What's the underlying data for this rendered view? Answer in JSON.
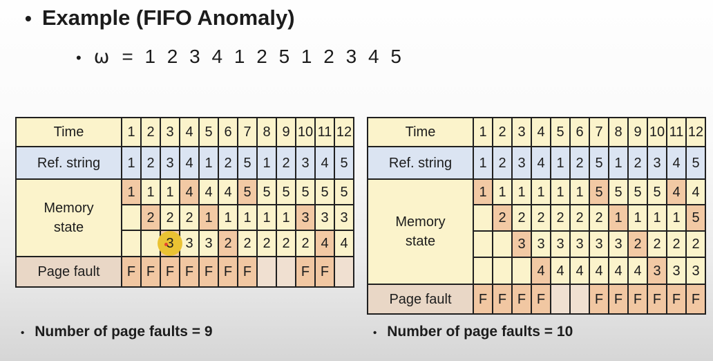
{
  "title": {
    "bullet": "•",
    "text": "Example (FIFO Anomaly)"
  },
  "subtitle": {
    "bullet": "•",
    "symbol": "ω",
    "sequence": "= 1 2 3 4 1 2 5 1 2 3 4 5"
  },
  "colors": {
    "header_yellow": "#fbf3cb",
    "ref_blue": "#dbe4f2",
    "highlight_salmon": "#f2c9a4",
    "fault_label_tan": "#e9d7c6",
    "fault_f_cell": "#f1c7a2",
    "fault_empty_cell": "#f0e0d1",
    "border": "#1f1f1f",
    "pointer_yellow": "#eac233",
    "pointer_dot_red": "#e5452f"
  },
  "tables": [
    {
      "name": "FIFO with 3 frames",
      "labels": {
        "time": "Time",
        "ref": "Ref. string",
        "memory": "Memory state",
        "fault": "Page fault"
      },
      "time": [
        "1",
        "2",
        "3",
        "4",
        "5",
        "6",
        "7",
        "8",
        "9",
        "10",
        "11",
        "12"
      ],
      "ref_string": [
        "1",
        "2",
        "3",
        "4",
        "1",
        "2",
        "5",
        "1",
        "2",
        "3",
        "4",
        "5"
      ],
      "memory_rows": [
        {
          "values": [
            "1",
            "1",
            "1",
            "4",
            "4",
            "4",
            "5",
            "5",
            "5",
            "5",
            "5",
            "5"
          ],
          "highlight_times": [
            1,
            4,
            7
          ]
        },
        {
          "values": [
            "",
            "2",
            "2",
            "2",
            "1",
            "1",
            "1",
            "1",
            "1",
            "3",
            "3",
            "3"
          ],
          "highlight_times": [
            2,
            5,
            10
          ]
        },
        {
          "values": [
            "",
            "",
            "3",
            "3",
            "3",
            "2",
            "2",
            "2",
            "2",
            "2",
            "4",
            "4"
          ],
          "highlight_times": [
            3,
            6,
            11
          ]
        }
      ],
      "page_faults": [
        "F",
        "F",
        "F",
        "F",
        "F",
        "F",
        "F",
        "",
        "",
        "F",
        "F",
        ""
      ],
      "caption": {
        "bullet": "•",
        "text": "Number of page faults = 9"
      }
    },
    {
      "name": "FIFO with 4 frames",
      "labels": {
        "time": "Time",
        "ref": "Ref. string",
        "memory": "Memory state",
        "fault": "Page fault"
      },
      "time": [
        "1",
        "2",
        "3",
        "4",
        "5",
        "6",
        "7",
        "8",
        "9",
        "10",
        "11",
        "12"
      ],
      "ref_string": [
        "1",
        "2",
        "3",
        "4",
        "1",
        "2",
        "5",
        "1",
        "2",
        "3",
        "4",
        "5"
      ],
      "memory_rows": [
        {
          "values": [
            "1",
            "1",
            "1",
            "1",
            "1",
            "1",
            "5",
            "5",
            "5",
            "5",
            "4",
            "4"
          ],
          "highlight_times": [
            1,
            7,
            11
          ]
        },
        {
          "values": [
            "",
            "2",
            "2",
            "2",
            "2",
            "2",
            "2",
            "1",
            "1",
            "1",
            "1",
            "5"
          ],
          "highlight_times": [
            2,
            8,
            12
          ]
        },
        {
          "values": [
            "",
            "",
            "3",
            "3",
            "3",
            "3",
            "3",
            "3",
            "2",
            "2",
            "2",
            "2"
          ],
          "highlight_times": [
            3,
            9
          ]
        },
        {
          "values": [
            "",
            "",
            "",
            "4",
            "4",
            "4",
            "4",
            "4",
            "4",
            "3",
            "3",
            "3"
          ],
          "highlight_times": [
            4,
            10
          ]
        }
      ],
      "page_faults": [
        "F",
        "F",
        "F",
        "F",
        "",
        "",
        "F",
        "F",
        "F",
        "F",
        "F",
        "F"
      ],
      "caption": {
        "bullet": "•",
        "text": "Number of page faults = 10"
      }
    }
  ],
  "pointer_annotation": {
    "table_index": 0,
    "memory_row_index": 2,
    "time": 3
  }
}
